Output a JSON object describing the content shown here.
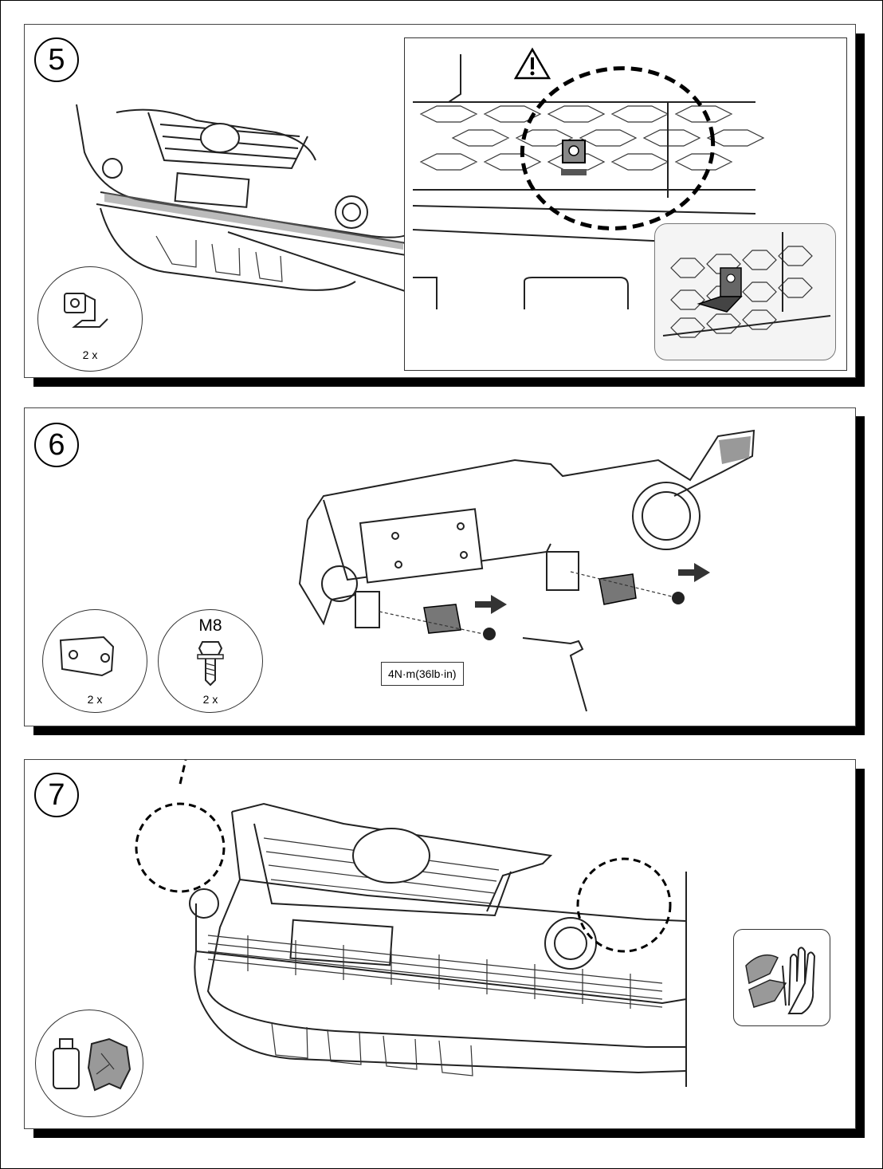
{
  "steps": [
    {
      "number": "5",
      "parts": [
        {
          "qty": "2 x"
        }
      ]
    },
    {
      "number": "6",
      "parts": [
        {
          "qty": "2 x"
        },
        {
          "label": "M8",
          "qty": "2 x"
        }
      ],
      "torque": "4N·m(36lb·in)"
    },
    {
      "number": "7"
    }
  ],
  "icons": {
    "warning": "warning-triangle-icon",
    "bracket": "bracket-icon",
    "bolt": "bolt-icon",
    "cleaner": "cleaner-bottle-icon",
    "cloth": "cloth-icon",
    "glove_hand": "wipe-hand-icon"
  }
}
